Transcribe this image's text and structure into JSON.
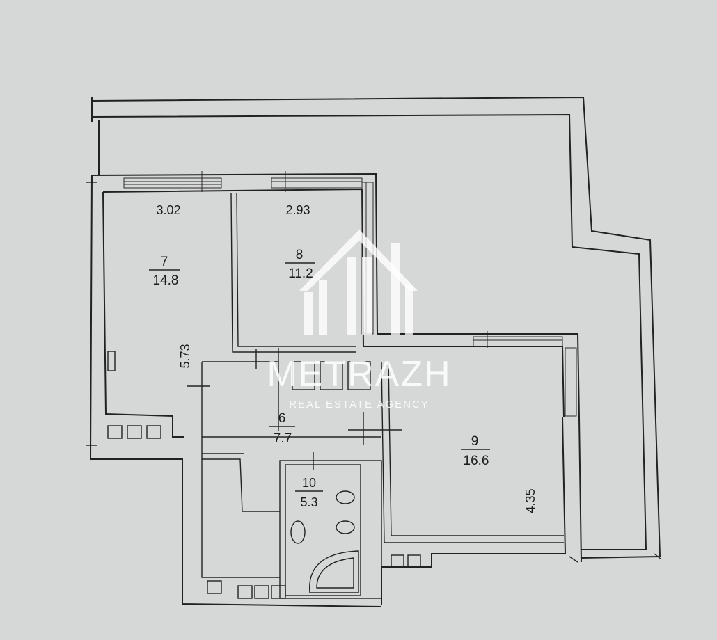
{
  "rooms": [
    {
      "number": "7",
      "area": "14.8"
    },
    {
      "number": "8",
      "area": "11.2"
    },
    {
      "number": "6",
      "area": "7.7"
    },
    {
      "number": "10",
      "area": "5.3"
    },
    {
      "number": "9",
      "area": "16.6"
    }
  ],
  "dimensions": [
    "3.02",
    "2.93",
    "5.73",
    "4.35"
  ],
  "watermark": {
    "brand": "METRAZH",
    "tagline": "REAL ESTATE AGENCY",
    "logo_icon": "house-logo-icon"
  }
}
